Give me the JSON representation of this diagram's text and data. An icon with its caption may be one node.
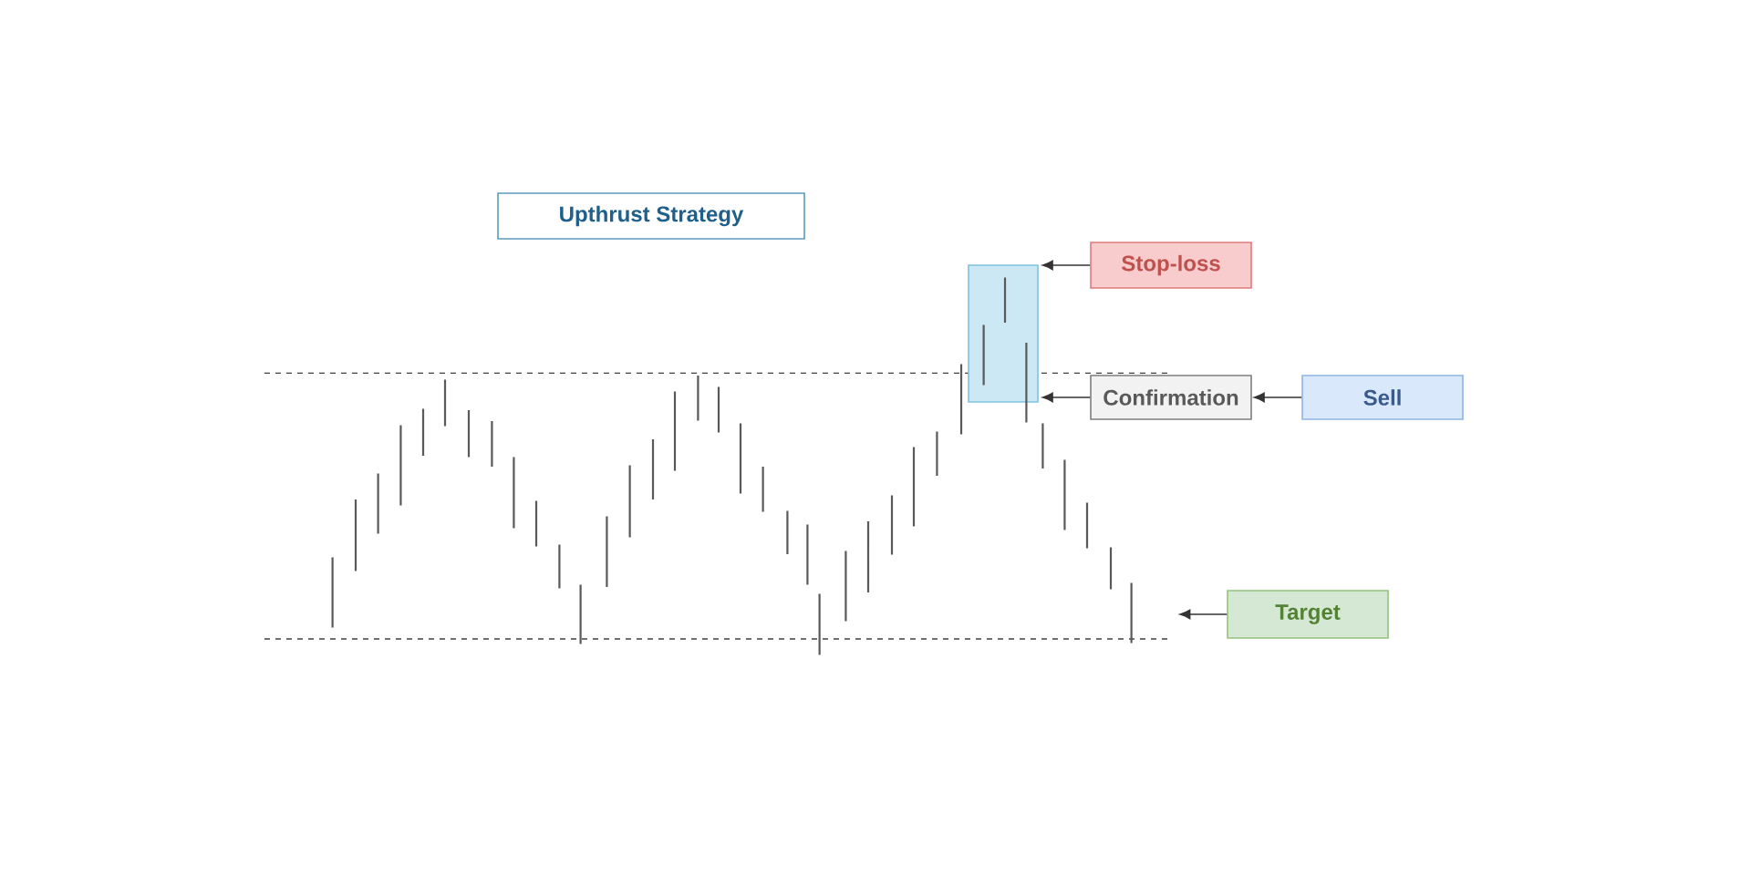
{
  "diagram": {
    "nodes": [
      {
        "text": [
          "Upthrust Strategy"
        ]
      },
      {
        "text": [],
        "shape": "box"
      },
      {
        "text": [
          "Stop-loss"
        ]
      },
      {
        "text": [
          "Confirmation"
        ]
      },
      {
        "text": [
          "Sell"
        ]
      },
      {
        "text": [
          "Target"
        ]
      }
    ],
    "edges": [
      {
        "from": 2,
        "to": 1,
        "arrow": "to"
      },
      {
        "from": 3,
        "to": 1,
        "arrow": "to"
      },
      {
        "from": 4,
        "to": 3,
        "arrow": "to"
      },
      {
        "from": 5,
        "to": null,
        "arrow": "to"
      }
    ]
  }
}
